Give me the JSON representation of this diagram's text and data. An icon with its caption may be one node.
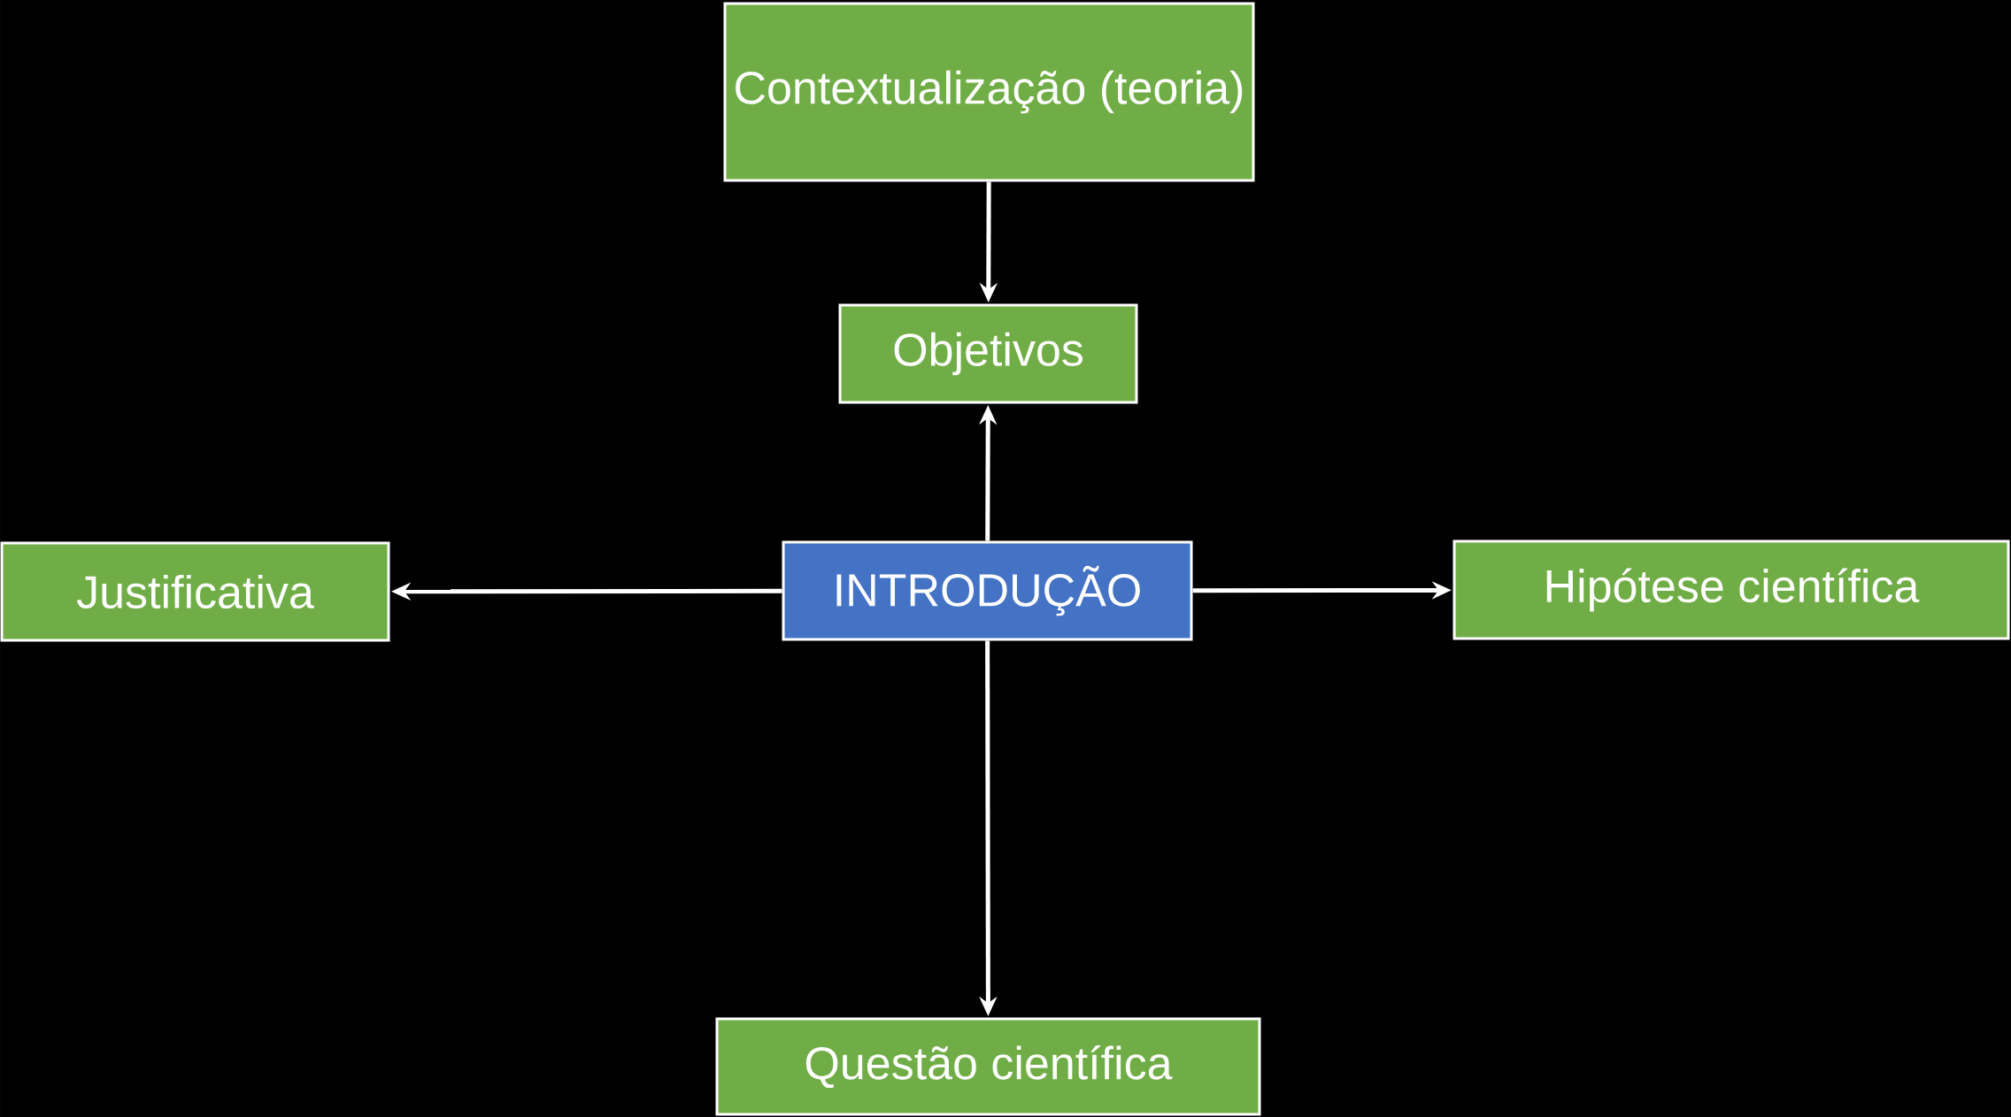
{
  "diagram": {
    "nodes": [
      {
        "text": [
          "Contextualização (teoria)"
        ]
      },
      {
        "text": [
          "Objetivos"
        ]
      },
      {
        "text": [
          "Justificativa"
        ]
      },
      {
        "text": [
          "INTRODUÇÃO"
        ]
      },
      {
        "text": [
          "Hipótese científica"
        ]
      },
      {
        "text": [
          "Questão científica"
        ]
      }
    ],
    "edges": [
      {
        "from": 0,
        "to": 1,
        "arrow": "to"
      },
      {
        "from": 3,
        "to": 1,
        "arrow": "to"
      },
      {
        "from": 3,
        "to": 2,
        "arrow": "to"
      },
      {
        "from": 3,
        "to": 4,
        "arrow": "to"
      },
      {
        "from": 3,
        "to": 5,
        "arrow": "to"
      }
    ]
  }
}
